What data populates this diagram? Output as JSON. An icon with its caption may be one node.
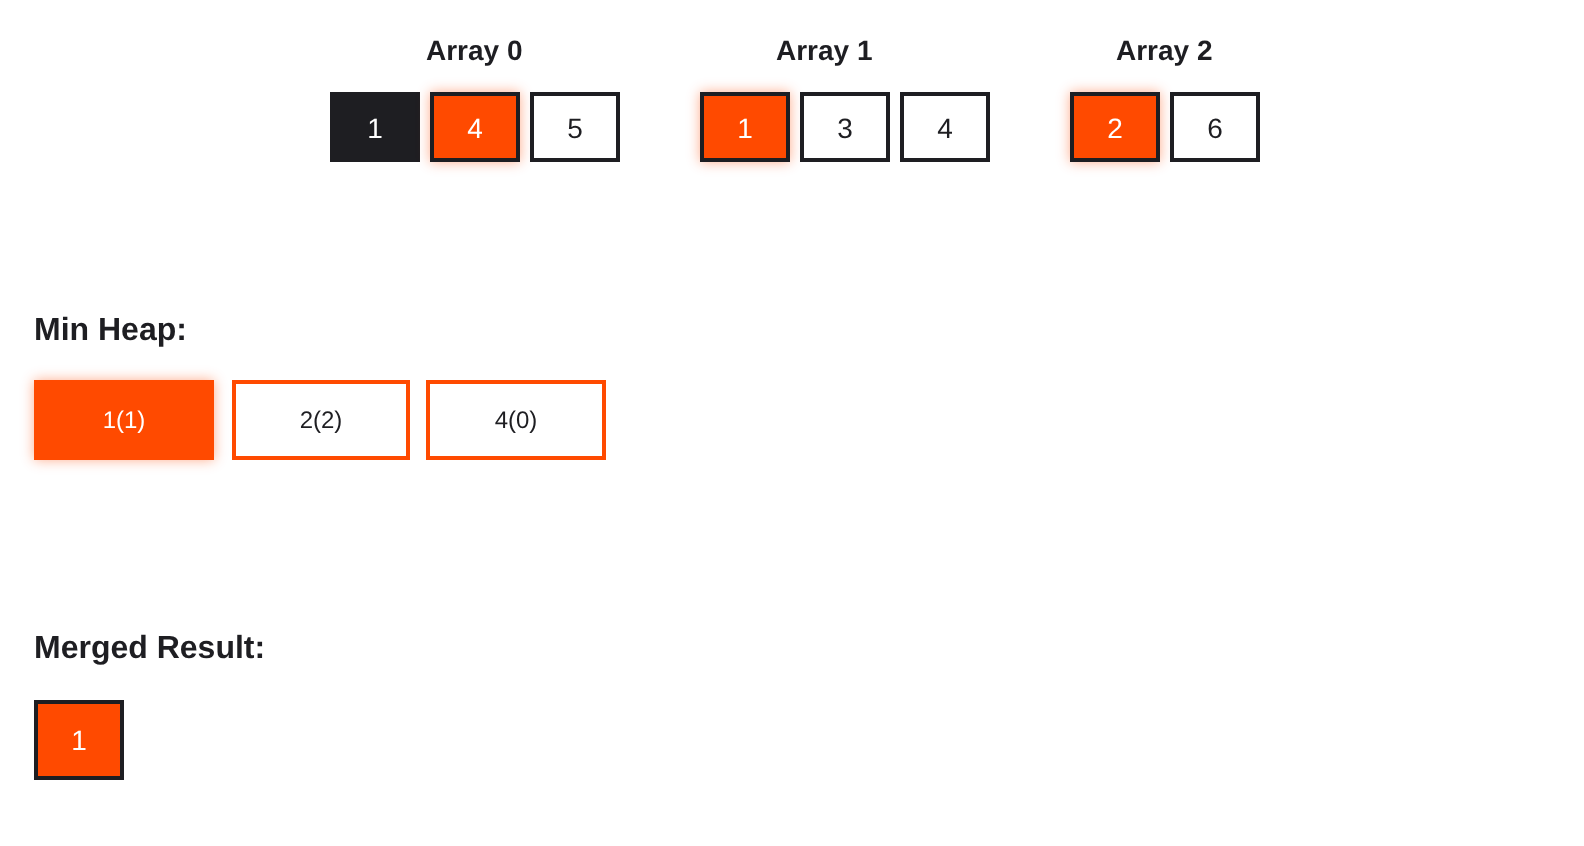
{
  "diagram": {
    "nodes": [
      {
        "text": [
          "1"
        ]
      },
      {
        "text": [
          "4"
        ]
      },
      {
        "text": [
          "5"
        ]
      },
      {
        "text": [
          "1"
        ]
      },
      {
        "text": [
          "3"
        ]
      },
      {
        "text": [
          "4"
        ]
      },
      {
        "text": [
          "2"
        ]
      },
      {
        "text": [
          "6"
        ]
      },
      {
        "text": [
          "1(1)"
        ]
      },
      {
        "text": [
          "2(2)"
        ]
      },
      {
        "text": [
          "4(0)"
        ]
      },
      {
        "text": [
          "1"
        ]
      }
    ],
    "edges": [],
    "labels": [
      "Array 0",
      "Array 1",
      "Array 2",
      "Min Heap:",
      "Merged Result:"
    ]
  }
}
